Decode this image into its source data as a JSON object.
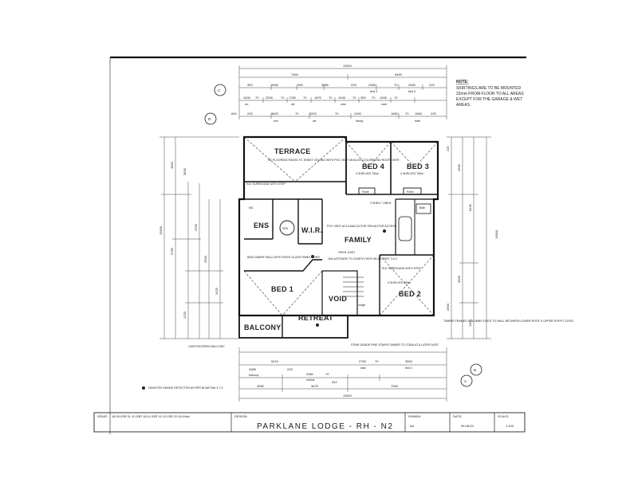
{
  "plan": {
    "rooms": {
      "terrace": "TERRACE",
      "bed4": "BED 4",
      "bed3": "BED 3",
      "ens": "ENS",
      "wir": "W.I.R.",
      "family": "FAMILY",
      "bed1": "BED 1",
      "void": "VOID",
      "bed2": "BED 2",
      "balcony": "BALCONY",
      "retreat": "RETREAT",
      "robe": "Robe",
      "bath": "Bath",
      "wc": "WC",
      "spa": "SPA",
      "ledge": "Ledge",
      "linen": "3 SHELF LINEN"
    },
    "annotations": {
      "terrace_floor": "SE FLOORING RAKED FC SHEET CEILING WITH PVC VENT MOULDS COLORBOND ROOF OVER",
      "tile_surround": "TILE SURROUND WITH STEP",
      "shelves_bed4": "4 SHELVES 750w",
      "shelves_bed3": "4 SHELVES 750w",
      "pvc_vent": "PVC VENT AC13-MAC18 FOR SPA MOTOR ACCESS",
      "open_joist": "OPEN JOIST",
      "balustrade": "BALUSTRADE TO COMPLY WITH BCAB PART 3.9.2",
      "dwarf_wall": "800h DWARF WALL WITH FIXED GLASS PANEL OVER",
      "tile_step_bed2": "TILE SURROUND WITH STEP",
      "shelves_bed2": "4 SHELVES 950w",
      "stair_note": "STAIR GRADE PINE STAIRS OWNER TO STAIN AT A LATER DATE",
      "timber_columns": "TIMBER FRAMED COLUMNS FIXED TO WALL BETWEEN LOWER ROOF & UPPER SOFFIT LEVEL",
      "cantilevered": "CANTILEVERED BALCONY",
      "smoke_detector": "DENOTES SMOKE DETECTOR AS PER BCAB Part 3.7.3."
    },
    "markers": {
      "a": "A",
      "b": "B",
      "c": "C",
      "d": "D"
    },
    "dims": {
      "top_overall": "13910",
      "top_left": "7460",
      "top_right": "6450",
      "top_row2": [
        "350",
        "3380",
        "350",
        "3380",
        "225",
        "2965",
        "70",
        "2965",
        "225"
      ],
      "top_row2_labels": [
        "bed 4",
        "bed 3"
      ],
      "top_row3": [
        "1500",
        "70",
        "2530",
        "70",
        "1750",
        "70",
        "1870",
        "70",
        "1945",
        "70",
        "350",
        "70",
        "1945",
        "70"
      ],
      "top_row3_labels": [
        "wc",
        "wir",
        "robe",
        "robe"
      ],
      "top_row4": [
        "600",
        "225",
        "3600",
        "70",
        "3200",
        "70",
        "4150",
        "1650",
        "70",
        "1650",
        "225"
      ],
      "top_row4_labels": [
        "ens",
        "wir",
        "family",
        "bath"
      ],
      "bottom_overall": "13910",
      "bottom_row1": [
        "3080",
        "3675",
        "7050"
      ],
      "bottom_row2": [
        "2685",
        "5210",
        "225",
        "3380",
        "70",
        "542",
        "2750",
        "70",
        "3500"
      ],
      "bottom_row2_labels": [
        "balcony",
        "retreat",
        "stair",
        "bed 2"
      ],
      "left_overall": "13900",
      "left_row": [
        "4000",
        "3630",
        "3780",
        "3700",
        "2590",
        "1525",
        "1220"
      ],
      "right_overall": "13900",
      "right_row": [
        "225",
        "3330",
        "8130",
        "3500",
        "1300",
        "2590"
      ]
    }
  },
  "notes": {
    "heading": "NOTE:",
    "body": "SKIRTINGS ARE TO BE MOUNTED 22mm FROM FLOOR TO ALL AREAS EXCEPT FOR THE GARAGE & WET AREAS."
  },
  "title_block": {
    "issue_label": "ISSUE:",
    "issue_dates": "18.09.03R  01.10.03R  18.11.03R  19.12.03R  22.04.04wt",
    "design_label": "DESIGN:",
    "design_name": "PARKLANE LODGE - RH - N2",
    "drawn_label": "DRAWN:",
    "drawn_value": "bw",
    "date_label": "DATE:",
    "date_value": "05.08.03",
    "scale_label": "SCALE:",
    "scale_value": "1:100"
  }
}
